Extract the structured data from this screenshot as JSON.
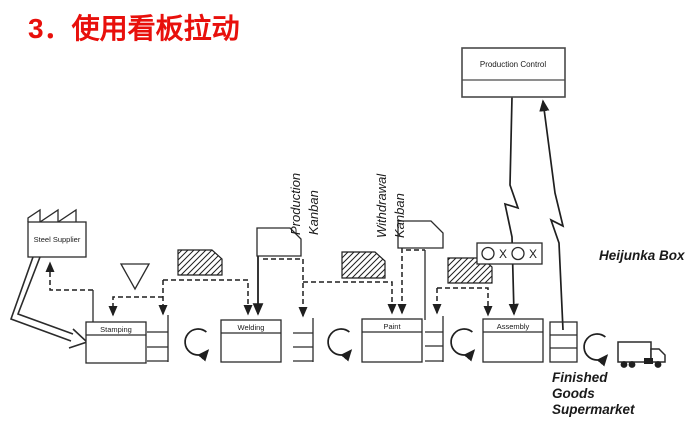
{
  "title": "3．使用看板拉动",
  "colors": {
    "title": "#e8100c",
    "ink": "#1f1f1f"
  },
  "nodes": {
    "production_control": "Production Control",
    "steel_supplier": "Steel Supplier",
    "processes": [
      "Stamping",
      "Welding",
      "Paint",
      "Assembly"
    ]
  },
  "kanban": {
    "production": [
      "Production",
      "Kanban"
    ],
    "withdrawal": [
      "Withdrawal",
      "Kanban"
    ]
  },
  "heijunka": {
    "label": "Heijunka Box",
    "pattern": [
      "O",
      "X",
      "O",
      "X"
    ]
  },
  "finished_goods": [
    "Finished",
    "Goods",
    "Supermarket"
  ]
}
